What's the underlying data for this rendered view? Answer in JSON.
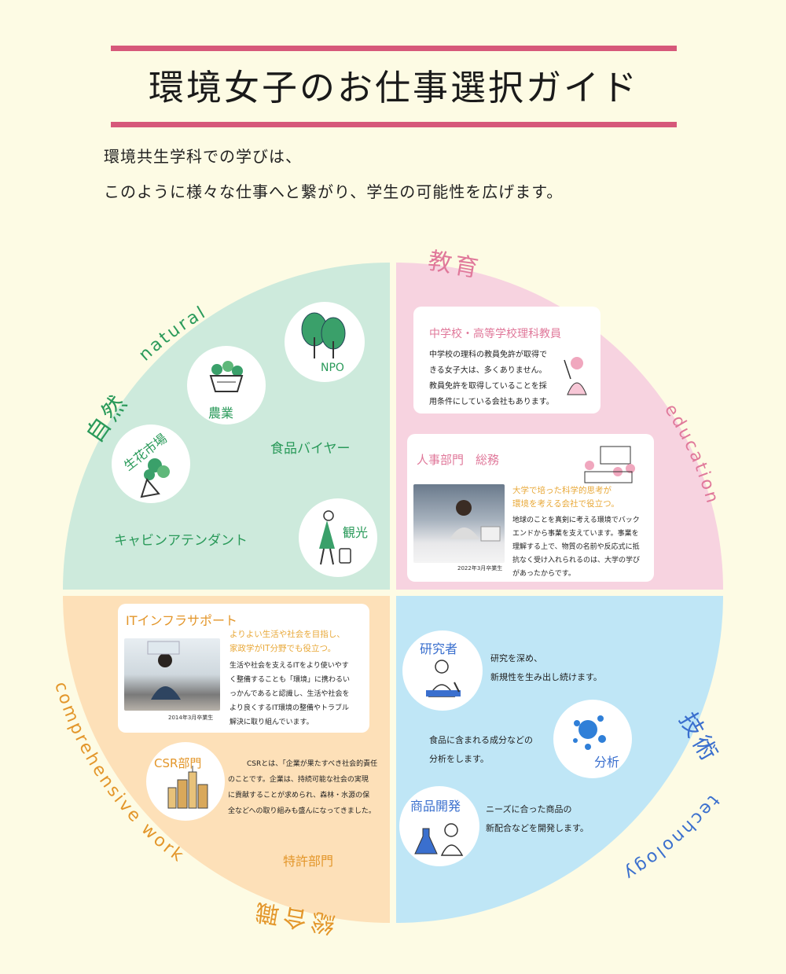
{
  "header": {
    "title": "環境女子のお仕事選択ガイド",
    "intro_line1": "環境共生学科での学びは、",
    "intro_line2": "このように様々な仕事へと繋がり、学生の可能性を広げます。"
  },
  "colors": {
    "background": "#fdfbe4",
    "accent_line": "#d6587a",
    "nature_bg": "#cdeadc",
    "education_bg": "#f7d3e0",
    "general_bg": "#fde0b8",
    "technology_bg": "#bfe6f6"
  },
  "nature": {
    "label_jp": "自然",
    "label_en": "natural",
    "items": {
      "npo": "NPO",
      "agriculture": "農業",
      "flower_market": "生花市場",
      "food_buyer": "食品バイヤー",
      "tourism": "観光",
      "cabin_attendant": "キャビンアテンダント"
    }
  },
  "education": {
    "label_jp": "教育",
    "label_en": "education",
    "teacher_card": {
      "title": "中学校・高等学校理科教員",
      "lines": [
        "中学校の理科の教員免許が取得で",
        "きる女子大は、多くありません。",
        "教員免許を取得していることを採",
        "用条件にしている会社もあります。"
      ]
    },
    "hr_card": {
      "title": "人事部門　総務",
      "highlight_lines": [
        "大学で培った科学的思考が",
        "環境を考える会社で役立つ。"
      ],
      "lines": [
        "地球のことを真剣に考える環境でバック",
        "エンドから事業を支えています。事業を",
        "理解する上で、物質の名前や反応式に抵",
        "抗なく受け入れられるのは、大学の学び",
        "があったからです。"
      ],
      "photo_caption": "2022年3月卒業生"
    }
  },
  "general": {
    "label_jp": "総合職",
    "label_en": "comprehensive work",
    "it_card": {
      "title": "ITインフラサポート",
      "highlight_lines": [
        "よりよい生活や社会を目指し、",
        "家政学がIT分野でも役立つ。"
      ],
      "lines": [
        "生活や社会を支えるITをより使いやす",
        "く整備することも「環境」に携わるい",
        "っかんであると認識し、生活や社会を",
        "より良くするIT環境の整備やトラブル",
        "解決に取り組んでいます。"
      ],
      "photo_caption": "2014年3月卒業生"
    },
    "csr": {
      "title": "CSR部門",
      "lines": [
        "CSRとは、「企業が果たすべき社会的責任",
        "のことです。企業は、持続可能な社会の実現",
        "に貢献することが求められ、森林・水源の保",
        "全などへの取り組みも盛んになってきました。"
      ]
    },
    "patent": "特許部門"
  },
  "technology": {
    "label_jp": "技術",
    "label_en": "technology",
    "researcher": {
      "title": "研究者",
      "lines": [
        "研究を深め、",
        "新規性を生み出し続けます。"
      ]
    },
    "analysis": {
      "title": "分析",
      "lines": [
        "食品に含まれる成分などの",
        "分析をします。"
      ]
    },
    "product_dev": {
      "title": "商品開発",
      "lines": [
        "ニーズに合った商品の",
        "新配合などを開発します。"
      ]
    }
  }
}
